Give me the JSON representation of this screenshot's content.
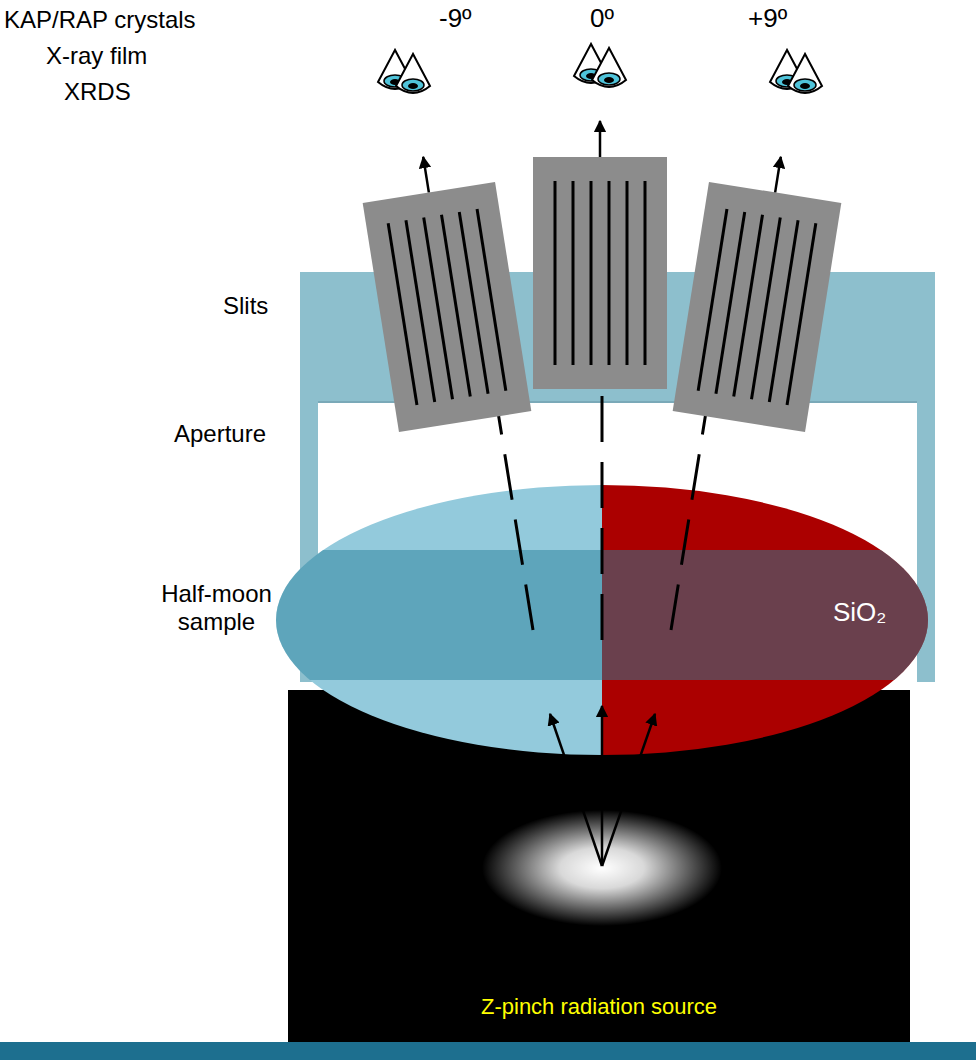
{
  "diagram": {
    "nodes": [
      {
        "text": [
          "Z-pinch radiation source"
        ]
      }
    ],
    "labels": [
      "KAP/RAP crystals",
      "X-ray film",
      "XRDS",
      "-9º",
      "0º",
      "+9º",
      "Slits",
      "Aperture",
      "Half-moon sample",
      "SiO₂"
    ]
  }
}
